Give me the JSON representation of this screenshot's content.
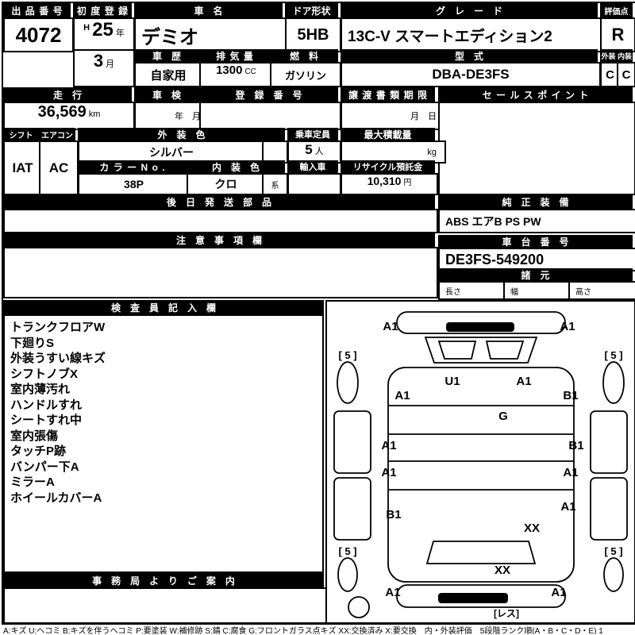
{
  "top": {
    "auction_no_label": "出品番号",
    "auction_no": "4072",
    "first_reg_label": "初度登録",
    "first_reg_era": "H",
    "first_reg_year": "25",
    "first_reg_year_unit": "年",
    "first_reg_month": "3",
    "first_reg_month_unit": "月",
    "car_name_label": "車名",
    "car_name": "デミオ",
    "door_label": "ドア形状",
    "door": "5HB",
    "grade_label": "グレード",
    "grade": "13C-V スマートエディション2",
    "score_label": "評価点",
    "score": "R",
    "history_label": "車歴",
    "history": "自家用",
    "displacement_label": "排気量",
    "displacement": "1300",
    "displacement_unit": "CC",
    "fuel_label": "燃料",
    "fuel": "ガソリン",
    "model_code_label": "型式",
    "model_code": "DBA-DE3FS",
    "exterior_label": "外装",
    "interior_label": "内装",
    "exterior_grade": "C",
    "interior_grade": "C"
  },
  "mid": {
    "mileage_label": "走行",
    "mileage": "36,569",
    "mileage_unit": "km",
    "inspection_label": "車検",
    "inspection_placeholder": "年　月",
    "registration_label": "登録番号",
    "transfer_label": "譲渡書類期限",
    "transfer_placeholder": "月　日",
    "sales_point_label": "セールスポイント",
    "shift_label": "シフト",
    "shift": "IAT",
    "aircon_label": "エアコン",
    "aircon": "AC",
    "ext_color_label": "外装色",
    "ext_color": "シルバー",
    "capacity_label": "乗車定員",
    "capacity": "5",
    "capacity_unit": "人",
    "max_load_label": "最大積載量",
    "max_load_unit": "kg",
    "color_no_label": "カラーNo.",
    "color_no": "38P",
    "int_color_label": "内装色",
    "int_color": "クロ",
    "int_color_suffix": "系",
    "import_label": "輸入車",
    "recycle_label": "リサイクル預託金",
    "recycle_amount": "10,310",
    "recycle_unit": "円"
  },
  "sections": {
    "later_parts_label": "後日発送部品",
    "genuine_label": "純正装備",
    "genuine_equipment": "ABS エアB PS PW",
    "caution_label": "注意事項欄",
    "chassis_label": "車台番号",
    "chassis_no": "DE3FS-549200",
    "spec_label": "諸元",
    "spec_length_label": "長さ",
    "spec_width_label": "幅",
    "spec_height_label": "高さ",
    "inspector_label": "検査員記入欄",
    "office_label": "事務局よりご案内"
  },
  "inspector_notes": [
    "トランクフロアW",
    "下廻りS",
    "外装うすい線キズ",
    "シフトノブX",
    "室内薄汚れ",
    "ハンドルすれ",
    "シートすれ中",
    "室内張傷",
    "タッチP跡",
    "バンパー下A",
    "ミラーA",
    "ホイールカバーA"
  ],
  "diagram": {
    "marks": [
      "A1",
      "A1",
      "[ 5 ]",
      "[ 5 ]",
      "U1",
      "A1",
      "A1",
      "B1",
      "G",
      "A1",
      "B1",
      "A1",
      "A1",
      "A1",
      "B1",
      "XX",
      "[ 5 ]",
      "[ 5 ]",
      "XX",
      "A1",
      "A1",
      "[レス]"
    ]
  },
  "legend": "A:キズ U:ヘコミ B:キズを伴うヘコミ P:要塗装 W:補修跡 S:錆 C:腐食 G:フロントガラス点キズ XX:交換済み X:要交換　内・外装評価　5段階ランク順(A・B・C・D・E) 1"
}
